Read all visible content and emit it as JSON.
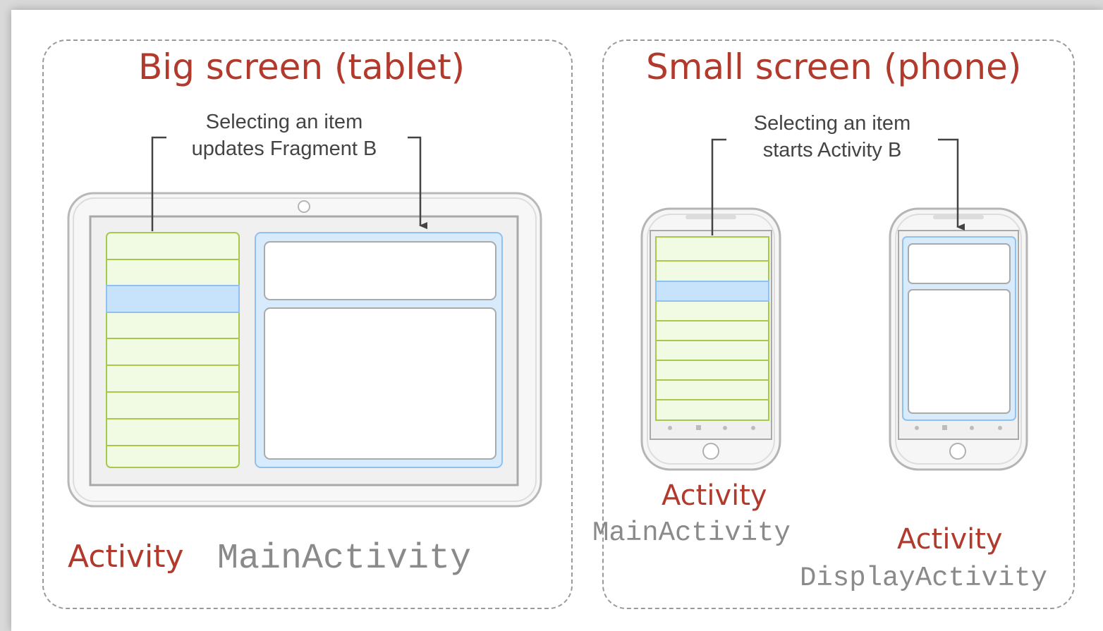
{
  "tablet": {
    "title": "Big screen (tablet)",
    "caption_line1": "Selecting an item",
    "caption_line2": "updates Fragment B",
    "activity_label": "Activity",
    "activity_name": "MainActivity"
  },
  "phone": {
    "title": "Small screen (phone)",
    "caption_line1": "Selecting an item",
    "caption_line2": "starts Activity B",
    "left_activity_label": "Activity",
    "left_activity_name": "MainActivity",
    "right_activity_label": "Activity",
    "right_activity_name": "DisplayActivity"
  },
  "colors": {
    "accent_red": "#b23a2c",
    "list_fill": "#f1fbe3",
    "list_line": "#a8c84a",
    "selected_fill": "#c7e2fb",
    "detail_border": "#8fc1f0",
    "detail_fill": "#d7ebfc"
  }
}
